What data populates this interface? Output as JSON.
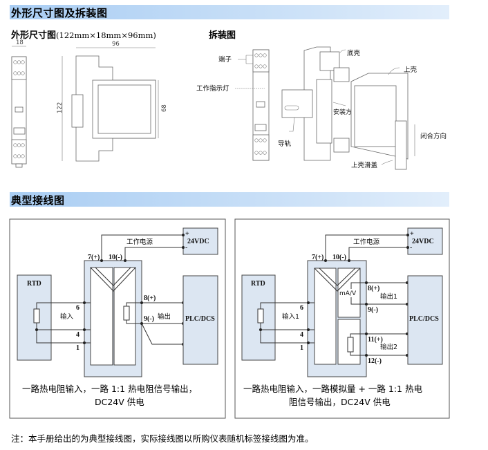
{
  "section1": {
    "title": "外形尺寸图及拆装图",
    "dimension_title": "外形尺寸图",
    "dimension_size": "(122mm×18mm×96mm)",
    "dimensions": {
      "width": "18",
      "depth": "96",
      "height": "122",
      "window": "68"
    },
    "assembly_title": "拆装图",
    "assembly_labels": {
      "terminal": "端子",
      "indicator": "工作指示灯",
      "bottom_shell": "底壳",
      "top_shell": "上壳",
      "install_direction": "安装方向",
      "rail": "导轨",
      "close_direction": "闭合方向",
      "top_cover": "上壳滑盖"
    }
  },
  "section2": {
    "title": "典型接线图",
    "diagrams": [
      {
        "power": "24VDC",
        "power_plus": "+",
        "power_minus": "-",
        "power_label": "工作电源",
        "t7": "7(+)",
        "t10": "10(-)",
        "rtd": "RTD",
        "input": "输入",
        "t6": "6",
        "t4": "4",
        "t1": "1",
        "t8": "8(+)",
        "t9": "9(-)",
        "output": "输出",
        "plc": "PLC/DCS",
        "caption_line1": "一路热电阻输入，一路 1:1 热电阻信号输出，",
        "caption_line2": "DC24V 供电"
      },
      {
        "power": "24VDC",
        "power_plus": "+",
        "power_minus": "-",
        "power_label": "工作电源",
        "t7": "7(+)",
        "t10": "10(-)",
        "rtd": "RTD",
        "input": "输入1",
        "t6": "6",
        "t4": "4",
        "t1": "1",
        "mav": "mA/V",
        "t8": "8(+)",
        "t9": "9(-)",
        "output1": "输出1",
        "t11": "11(+)",
        "t12": "12(-)",
        "output2": "输出2",
        "plc": "PLC/DCS",
        "caption_line1": "一路热电阻输入，一路模拟量 + 一路 1:1 热电",
        "caption_line2": "阻信号输出，DC24V 供电"
      }
    ]
  },
  "note": "注：本手册给出的为典型接线图，实际接线图以所购仪表随机标签接线图为准。",
  "colors": {
    "header_bar": "#a9cdf3",
    "diagram_fill": "#dce6f2"
  }
}
